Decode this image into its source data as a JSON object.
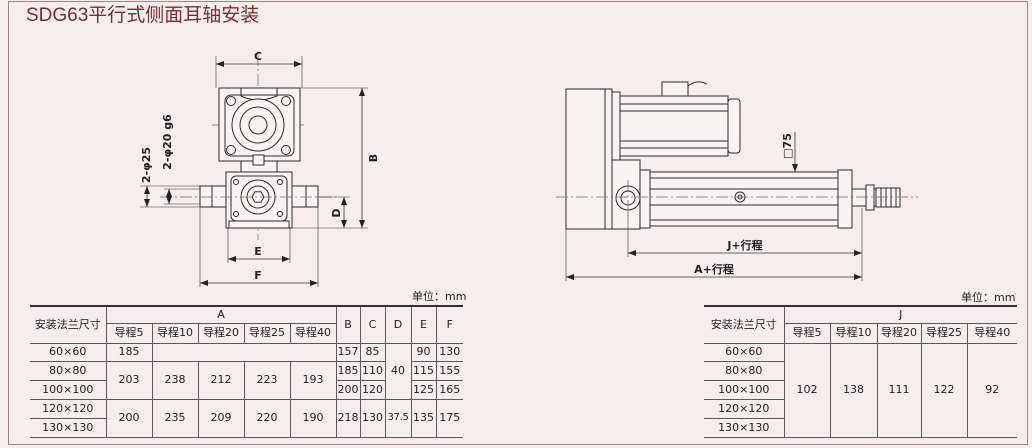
{
  "title": "SDG63平行式侧面耳轴安装",
  "colors": {
    "title": "#7a2e2e",
    "background": "#f6eeee",
    "lines": "#2b2b2b"
  },
  "front_view": {
    "dim_c": "C",
    "dim_b": "B",
    "dim_d": "D",
    "dim_e": "E",
    "dim_f": "F",
    "pin_dia": "2-φ25",
    "shaft_dia": "2-φ20 g6"
  },
  "side_view": {
    "tube_size": "□75",
    "dim_j": "J+行程",
    "dim_a": "A+行程"
  },
  "table_a": {
    "unit": "单位：mm",
    "flange_header": "安装法兰尺寸",
    "a_header": "A",
    "leads": [
      "导程5",
      "导程10",
      "导程20",
      "导程25",
      "导程40"
    ],
    "other_headers": [
      "B",
      "C",
      "D",
      "E",
      "F"
    ],
    "rows": [
      {
        "flange": "60×60",
        "a": [
          "185"
        ],
        "b": "157",
        "c": "85",
        "d": "40",
        "e": "90",
        "f": "130"
      },
      {
        "flange": "80×80",
        "a": [
          "203",
          "238",
          "212",
          "223",
          "193"
        ],
        "b": "185",
        "c": "110",
        "e": "115",
        "f": "155"
      },
      {
        "flange": "100×100",
        "b": "200",
        "c": "120",
        "e": "125",
        "f": "165"
      },
      {
        "flange": "120×120",
        "a": [
          "200",
          "235",
          "209",
          "220",
          "190"
        ],
        "b": "218",
        "c": "130",
        "d": "37.5",
        "e": "135",
        "f": "175"
      },
      {
        "flange": "130×130"
      }
    ]
  },
  "table_j": {
    "unit": "单位：mm",
    "flange_header": "安装法兰尺寸",
    "j_header": "J",
    "leads": [
      "导程5",
      "导程10",
      "导程20",
      "导程25",
      "导程40"
    ],
    "flanges": [
      "60×60",
      "80×80",
      "100×100",
      "120×120",
      "130×130"
    ],
    "j_values": [
      "102",
      "138",
      "111",
      "122",
      "92"
    ]
  }
}
